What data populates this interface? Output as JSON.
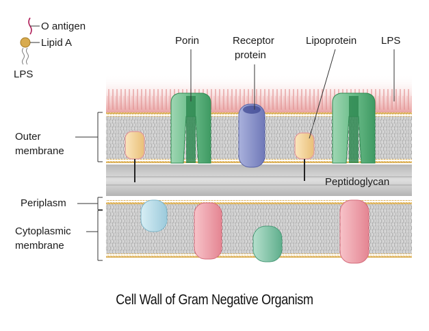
{
  "legend": {
    "o_antigen": "O antigen",
    "lipid_a": "Lipid A",
    "lps": "LPS"
  },
  "labels": {
    "porin": "Porin",
    "receptor_protein_line1": "Receptor",
    "receptor_protein_line2": "protein",
    "lipoprotein": "Lipoprotein",
    "lps": "LPS",
    "outer_membrane_line1": "Outer",
    "outer_membrane_line2": "membrane",
    "peptidoglycan": "Peptidoglycan",
    "periplasm": "Periplasm",
    "cytoplasmic_membrane_line1": "Cytoplasmic",
    "cytoplasmic_membrane_line2": "membrane"
  },
  "caption": "Cell Wall of Gram Negative Organism",
  "colors": {
    "porin": "#7cc49a",
    "porin_dark": "#2f8a52",
    "receptor": "#8e98d0",
    "lipoprotein": "#f4d49a",
    "lps_fringe": "#e8a0a0",
    "head_group": "#d7a84a",
    "tail": "#8a8a8a",
    "peptidoglycan": "#c9c9c9",
    "pink_protein": "#ef9ea8",
    "teal_protein": "#8ec9b0",
    "blue_protein": "#b9dce8"
  }
}
